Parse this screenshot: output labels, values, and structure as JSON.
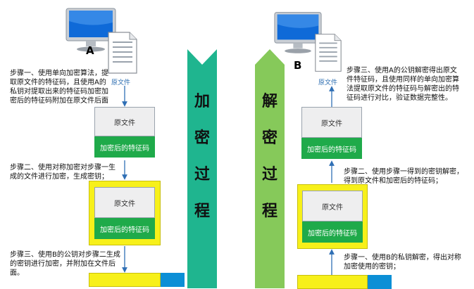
{
  "left": {
    "letter": "A",
    "doc_label": "原文件",
    "step1": "步骤一、使用单向加密算法，提取原文件的特征码，且使用A的私钥对提取出来的特征码加密加密后的特征码附加在原文件后面",
    "step2": "步骤二、使用对称加密对步骤一生成的文件进行加密，生成密钥；",
    "step3": "步骤三、使用B的公钥对步骤二生成的密钥进行加密，并附加在文件后面。",
    "box1": {
      "top": "原文件",
      "bottom": "加密后的特征码"
    },
    "box2": {
      "top": "原文件",
      "bottom": "加密后的特征码"
    }
  },
  "center": {
    "encrypt_chars": [
      "加",
      "密",
      "过",
      "程"
    ],
    "decrypt_chars": [
      "解",
      "密",
      "过",
      "程"
    ],
    "encrypt_color": "#1fb58f",
    "decrypt_color": "#86c95a"
  },
  "right": {
    "letter": "B",
    "doc_label": "原文件",
    "step3": "步骤三、使用A的公钥解密得出原文件特征码，且使用同样的单向加密算法提取原文件的特征码与解密出的特征码进行对比，验证数据完整性。",
    "step2": "步骤二、使用步骤一得到的密钥解密，得到原文件和加密后的特征码；",
    "step1": "步骤一、使用B的私钥解密，得出对称加密使用的密钥；",
    "box1": {
      "top": "原文件",
      "bottom": "加密后的特征码"
    },
    "box2": {
      "top": "原文件",
      "bottom": "加密后的特征码"
    }
  }
}
